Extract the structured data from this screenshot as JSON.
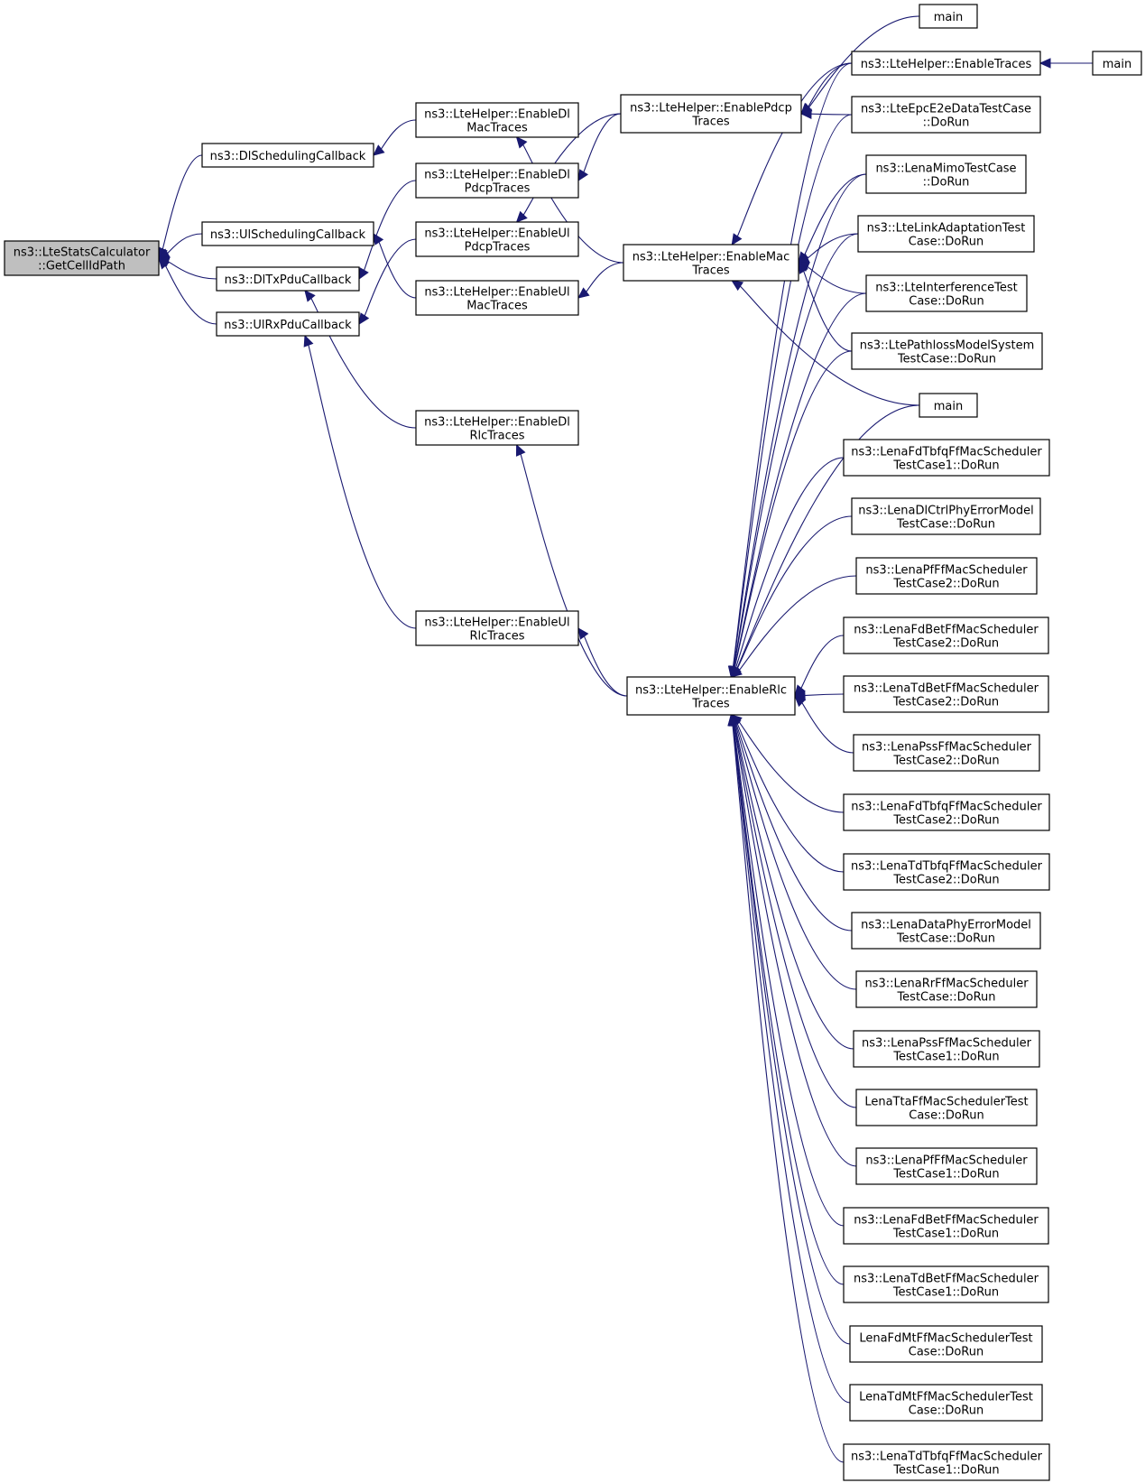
{
  "graph": {
    "colors": {
      "edge": "#191970",
      "focus_fill": "#bfbfbf",
      "node_fill": "#ffffff",
      "node_border": "#000000"
    },
    "nodes": [
      {
        "id": "getcellidpath",
        "lines": [
          "ns3::LteStatsCalculator",
          "::GetCellIdPath"
        ]
      },
      {
        "id": "dlsched",
        "lines": [
          "ns3::DlSchedulingCallback"
        ]
      },
      {
        "id": "ulsched",
        "lines": [
          "ns3::UlSchedulingCallback"
        ]
      },
      {
        "id": "dltxpdu",
        "lines": [
          "ns3::DlTxPduCallback"
        ]
      },
      {
        "id": "ulrxpdu",
        "lines": [
          "ns3::UlRxPduCallback"
        ]
      },
      {
        "id": "enabledlmac",
        "lines": [
          "ns3::LteHelper::EnableDl",
          "MacTraces"
        ]
      },
      {
        "id": "enabledlpdcp",
        "lines": [
          "ns3::LteHelper::EnableDl",
          "PdcpTraces"
        ]
      },
      {
        "id": "enableulpdcp",
        "lines": [
          "ns3::LteHelper::EnableUl",
          "PdcpTraces"
        ]
      },
      {
        "id": "enableulmac",
        "lines": [
          "ns3::LteHelper::EnableUl",
          "MacTraces"
        ]
      },
      {
        "id": "enabledlrlc",
        "lines": [
          "ns3::LteHelper::EnableDl",
          "RlcTraces"
        ]
      },
      {
        "id": "enableulrlc",
        "lines": [
          "ns3::LteHelper::EnableUl",
          "RlcTraces"
        ]
      },
      {
        "id": "enablepdcp",
        "lines": [
          "ns3::LteHelper::EnablePdcp",
          "Traces"
        ]
      },
      {
        "id": "enablemac",
        "lines": [
          "ns3::LteHelper::EnableMac",
          "Traces"
        ]
      },
      {
        "id": "enablerlc",
        "lines": [
          "ns3::LteHelper::EnableRlc",
          "Traces"
        ]
      },
      {
        "id": "main1",
        "lines": [
          "main"
        ]
      },
      {
        "id": "enabletraces",
        "lines": [
          "ns3::LteHelper::EnableTraces"
        ]
      },
      {
        "id": "main2",
        "lines": [
          "main"
        ]
      },
      {
        "id": "epce2e",
        "lines": [
          "ns3::LteEpcE2eDataTestCase",
          "::DoRun"
        ]
      },
      {
        "id": "mimo",
        "lines": [
          "ns3::LenaMimoTestCase",
          "::DoRun"
        ]
      },
      {
        "id": "linkadapt",
        "lines": [
          "ns3::LteLinkAdaptationTest",
          "Case::DoRun"
        ]
      },
      {
        "id": "interference",
        "lines": [
          "ns3::LteInterferenceTest",
          "Case::DoRun"
        ]
      },
      {
        "id": "pathloss",
        "lines": [
          "ns3::LtePathlossModelSystem",
          "TestCase::DoRun"
        ]
      },
      {
        "id": "main3",
        "lines": [
          "main"
        ]
      },
      {
        "id": "fdtbfq1",
        "lines": [
          "ns3::LenaFdTbfqFfMacScheduler",
          "TestCase1::DoRun"
        ]
      },
      {
        "id": "dlctrlphy",
        "lines": [
          "ns3::LenaDlCtrlPhyErrorModel",
          "TestCase::DoRun"
        ]
      },
      {
        "id": "pf2",
        "lines": [
          "ns3::LenaPfFfMacScheduler",
          "TestCase2::DoRun"
        ]
      },
      {
        "id": "fdbet2",
        "lines": [
          "ns3::LenaFdBetFfMacScheduler",
          "TestCase2::DoRun"
        ]
      },
      {
        "id": "tdbet2",
        "lines": [
          "ns3::LenaTdBetFfMacScheduler",
          "TestCase2::DoRun"
        ]
      },
      {
        "id": "pss2",
        "lines": [
          "ns3::LenaPssFfMacScheduler",
          "TestCase2::DoRun"
        ]
      },
      {
        "id": "fdtbfq2",
        "lines": [
          "ns3::LenaFdTbfqFfMacScheduler",
          "TestCase2::DoRun"
        ]
      },
      {
        "id": "tdtbfq2",
        "lines": [
          "ns3::LenaTdTbfqFfMacScheduler",
          "TestCase2::DoRun"
        ]
      },
      {
        "id": "dataphy",
        "lines": [
          "ns3::LenaDataPhyErrorModel",
          "TestCase::DoRun"
        ]
      },
      {
        "id": "rr",
        "lines": [
          "ns3::LenaRrFfMacScheduler",
          "TestCase::DoRun"
        ]
      },
      {
        "id": "pss1",
        "lines": [
          "ns3::LenaPssFfMacScheduler",
          "TestCase1::DoRun"
        ]
      },
      {
        "id": "tta",
        "lines": [
          "LenaTtaFfMacSchedulerTest",
          "Case::DoRun"
        ]
      },
      {
        "id": "pf1",
        "lines": [
          "ns3::LenaPfFfMacScheduler",
          "TestCase1::DoRun"
        ]
      },
      {
        "id": "fdbet1",
        "lines": [
          "ns3::LenaFdBetFfMacScheduler",
          "TestCase1::DoRun"
        ]
      },
      {
        "id": "tdbet1",
        "lines": [
          "ns3::LenaTdBetFfMacScheduler",
          "TestCase1::DoRun"
        ]
      },
      {
        "id": "fdmt",
        "lines": [
          "LenaFdMtFfMacSchedulerTest",
          "Case::DoRun"
        ]
      },
      {
        "id": "tdmt",
        "lines": [
          "LenaTdMtFfMacSchedulerTest",
          "Case::DoRun"
        ]
      },
      {
        "id": "tdtbfq1",
        "lines": [
          "ns3::LenaTdTbfqFfMacScheduler",
          "TestCase1::DoRun"
        ]
      }
    ],
    "edges": [
      {
        "from": "dlsched",
        "to": "getcellidpath"
      },
      {
        "from": "ulsched",
        "to": "getcellidpath"
      },
      {
        "from": "dltxpdu",
        "to": "getcellidpath"
      },
      {
        "from": "ulrxpdu",
        "to": "getcellidpath"
      },
      {
        "from": "enabledlmac",
        "to": "dlsched"
      },
      {
        "from": "enabledlpdcp",
        "to": "dltxpdu"
      },
      {
        "from": "enabledlrlc",
        "to": "dltxpdu"
      },
      {
        "from": "enableulpdcp",
        "to": "ulrxpdu"
      },
      {
        "from": "enableulrlc",
        "to": "ulrxpdu"
      },
      {
        "from": "enableulmac",
        "to": "ulsched"
      },
      {
        "from": "enablepdcp",
        "to": "enabledlpdcp"
      },
      {
        "from": "enablepdcp",
        "to": "enableulpdcp"
      },
      {
        "from": "enablemac",
        "to": "enabledlmac"
      },
      {
        "from": "enablemac",
        "to": "enableulmac"
      },
      {
        "from": "enablerlc",
        "to": "enabledlrlc"
      },
      {
        "from": "enablerlc",
        "to": "enableulrlc"
      },
      {
        "from": "main1",
        "to": "enablepdcp"
      },
      {
        "from": "enabletraces",
        "to": "enablepdcp"
      },
      {
        "from": "epce2e",
        "to": "enablepdcp"
      },
      {
        "from": "enabletraces",
        "to": "enablemac"
      },
      {
        "from": "mimo",
        "to": "enablemac"
      },
      {
        "from": "linkadapt",
        "to": "enablemac"
      },
      {
        "from": "interference",
        "to": "enablemac"
      },
      {
        "from": "pathloss",
        "to": "enablemac"
      },
      {
        "from": "main3",
        "to": "enablemac"
      },
      {
        "from": "enabletraces",
        "to": "enablerlc"
      },
      {
        "from": "epce2e",
        "to": "enablerlc"
      },
      {
        "from": "mimo",
        "to": "enablerlc"
      },
      {
        "from": "linkadapt",
        "to": "enablerlc"
      },
      {
        "from": "interference",
        "to": "enablerlc"
      },
      {
        "from": "pathloss",
        "to": "enablerlc"
      },
      {
        "from": "main3",
        "to": "enablerlc"
      },
      {
        "from": "fdtbfq1",
        "to": "enablerlc"
      },
      {
        "from": "dlctrlphy",
        "to": "enablerlc"
      },
      {
        "from": "pf2",
        "to": "enablerlc"
      },
      {
        "from": "fdbet2",
        "to": "enablerlc"
      },
      {
        "from": "tdbet2",
        "to": "enablerlc"
      },
      {
        "from": "pss2",
        "to": "enablerlc"
      },
      {
        "from": "fdtbfq2",
        "to": "enablerlc"
      },
      {
        "from": "tdtbfq2",
        "to": "enablerlc"
      },
      {
        "from": "dataphy",
        "to": "enablerlc"
      },
      {
        "from": "rr",
        "to": "enablerlc"
      },
      {
        "from": "pss1",
        "to": "enablerlc"
      },
      {
        "from": "tta",
        "to": "enablerlc"
      },
      {
        "from": "pf1",
        "to": "enablerlc"
      },
      {
        "from": "fdbet1",
        "to": "enablerlc"
      },
      {
        "from": "tdbet1",
        "to": "enablerlc"
      },
      {
        "from": "fdmt",
        "to": "enablerlc"
      },
      {
        "from": "tdmt",
        "to": "enablerlc"
      },
      {
        "from": "tdtbfq1",
        "to": "enablerlc"
      },
      {
        "from": "main2",
        "to": "enabletraces"
      }
    ]
  }
}
